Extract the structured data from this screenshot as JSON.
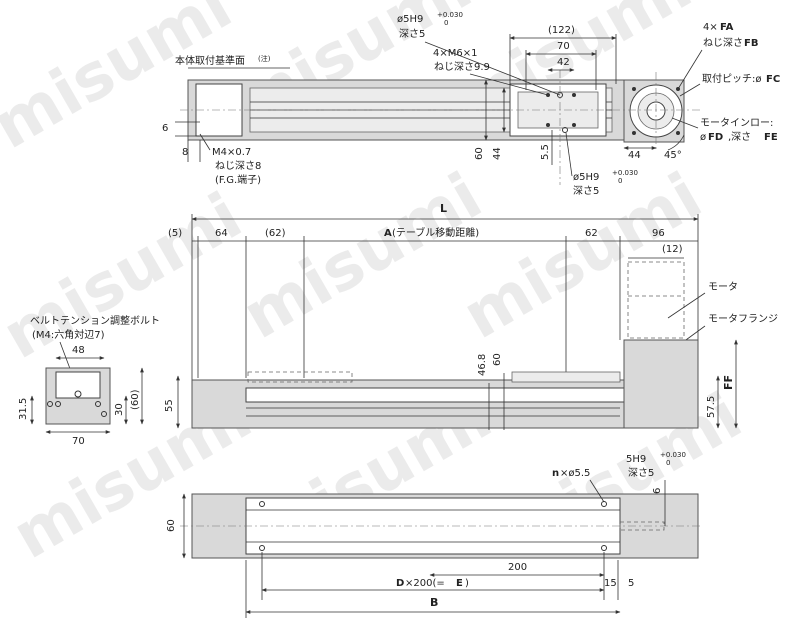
{
  "watermark": "misumi",
  "colors": {
    "line": "#333333",
    "shade": "#d9d9d9",
    "watermark": "#d9d9d9"
  },
  "top_view": {
    "base_mount_label": "本体取付基準面",
    "base_mount_note": "(注)",
    "pin_hole_top": "ø5H9",
    "pin_hole_top_tol_upper": "+0.030",
    "pin_hole_top_tol_lower": "0",
    "pin_hole_top_depth": "深さ5",
    "tap_m6": "4×M6×1",
    "tap_m6_depth": "ねじ深さ9.9",
    "dim_122": "(122)",
    "dim_70": "70",
    "dim_42": "42",
    "dim_6": "6",
    "dim_8": "8",
    "m4_label": "M4×0.7",
    "m4_depth": "ねじ深さ8",
    "fg_terminal": "(F.G.端子)",
    "dim_60": "60",
    "dim_44_vert": "44",
    "dim_5_5": "5.5",
    "pin_hole_bottom": "ø5H9",
    "pin_hole_bottom_tol_upper": "+0.030",
    "pin_hole_bottom_tol_lower": "0",
    "pin_hole_bottom_depth": "深さ5",
    "dim_44": "44",
    "dim_45deg": "45°",
    "fa_prefix": "4×",
    "fa": "FA",
    "fb_prefix": "ねじ深さ",
    "fb": "FB",
    "pitch_prefix": "取付ピッチ:ø",
    "fc": "FC",
    "motor_inlow": "モータインロー:",
    "fd_prefix": "ø",
    "fd": "FD",
    "fe_prefix": ",深さ",
    "fe": "FE"
  },
  "side_view": {
    "L": "L",
    "dim_5": "(5)",
    "dim_64": "64",
    "dim_62_paren": "(62)",
    "A_label": "A",
    "A_note": "(テーブル移動距離)",
    "dim_62": "62",
    "dim_96": "96",
    "dim_12": "(12)",
    "motor": "モータ",
    "motor_flange": "モータフランジ",
    "dim_46_8": "46.8",
    "dim_60": "60",
    "dim_55": "55",
    "dim_57_5": "57.5",
    "FF": "FF"
  },
  "end_view": {
    "belt_tension": "ベルトテンション調整ボルト",
    "belt_tension_note": "(M4:六角対辺7)",
    "dim_48": "48",
    "dim_31_5": "31.5",
    "dim_30": "30",
    "dim_60": "(60)",
    "dim_70": "70"
  },
  "bottom_view": {
    "pin_hole": "5H9",
    "pin_tol_upper": "+0.030",
    "pin_tol_lower": "0",
    "pin_depth": "深さ5",
    "n_label": "n",
    "n_hole": "×ø5.5",
    "dim_6": "6",
    "dim_60": "60",
    "dim_200": "200",
    "D_label": "D",
    "D_expr": "×200(=",
    "E_label": "E",
    "close_paren": ")",
    "dim_15": "15",
    "dim_5": "5",
    "B": "B"
  }
}
